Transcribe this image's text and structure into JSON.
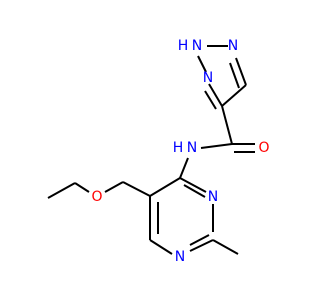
{
  "molecule": {
    "atoms": {
      "n_triazole_1h": "N",
      "h_triazole": "H",
      "n_triazole_2": "N",
      "n_triazole_3": "N",
      "o_carbonyl": "O",
      "n_amide": "N",
      "h_amide": "H",
      "n_pyrimidine_3": "N",
      "n_pyrimidine_1": "N",
      "o_ether": "O"
    },
    "colors": {
      "nitrogen": "#0000ff",
      "oxygen": "#ff0000",
      "carbon_bond": "#000000"
    }
  }
}
